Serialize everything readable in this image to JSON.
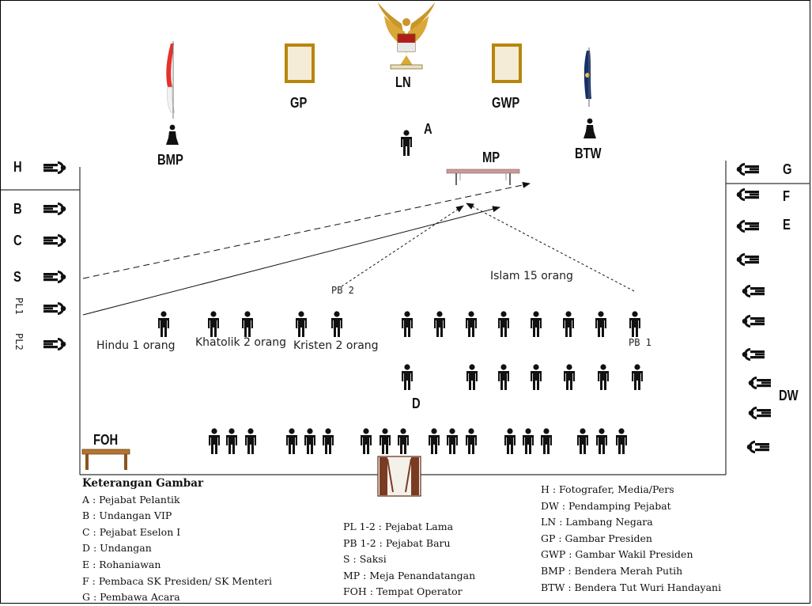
{
  "labels": {
    "H": "H",
    "B": "B",
    "C": "C",
    "S": "S",
    "PL1": "PL1",
    "PL2": "PL2",
    "G": "G",
    "F": "F",
    "E": "E",
    "DW": "DW",
    "GP": "GP",
    "LN": "LN",
    "GWP": "GWP",
    "A": "A",
    "BMP": "BMP",
    "BTW": "BTW",
    "MP": "MP",
    "D": "D",
    "FOH": "FOH",
    "PB1": "PB 1",
    "PB2": "PB 2"
  },
  "groups": {
    "hindu": "Hindu 1 orang",
    "katolik": "Khatolik 2 orang",
    "kristen": "Kristen 2 orang",
    "islam": "Islam 15 orang"
  },
  "legend": {
    "title": "Keterangan Gambar",
    "col1": [
      "A : Pejabat Pelantik",
      "B : Undangan VIP",
      "C : Pejabat Eselon I",
      "D : Undangan",
      "E : Rohaniawan",
      "F : Pembaca SK Presiden/ SK Menteri",
      "G : Pembawa Acara"
    ],
    "col2": [
      "PL 1-2 : Pejabat Lama",
      "PB 1-2 : Pejabat Baru",
      "S : Saksi",
      "MP : Meja Penandatangan",
      "FOH : Tempat Operator"
    ],
    "col3": [
      "H : Fotografer, Media/Pers",
      "DW : Pendamping Pejabat",
      "LN : Lambang Negara",
      "GP : Gambar Presiden",
      "GWP : Gambar Wakil Presiden",
      "BMP : Bendera Merah Putih",
      "BTW : Bendera Tut Wuri Handayani"
    ]
  },
  "colors": {
    "figure": "#111111",
    "frame": "#b8860b",
    "flag_red": "#e4322b",
    "flag_blue": "#14306b",
    "door": "#7a3b22",
    "table": "#b5752f"
  }
}
